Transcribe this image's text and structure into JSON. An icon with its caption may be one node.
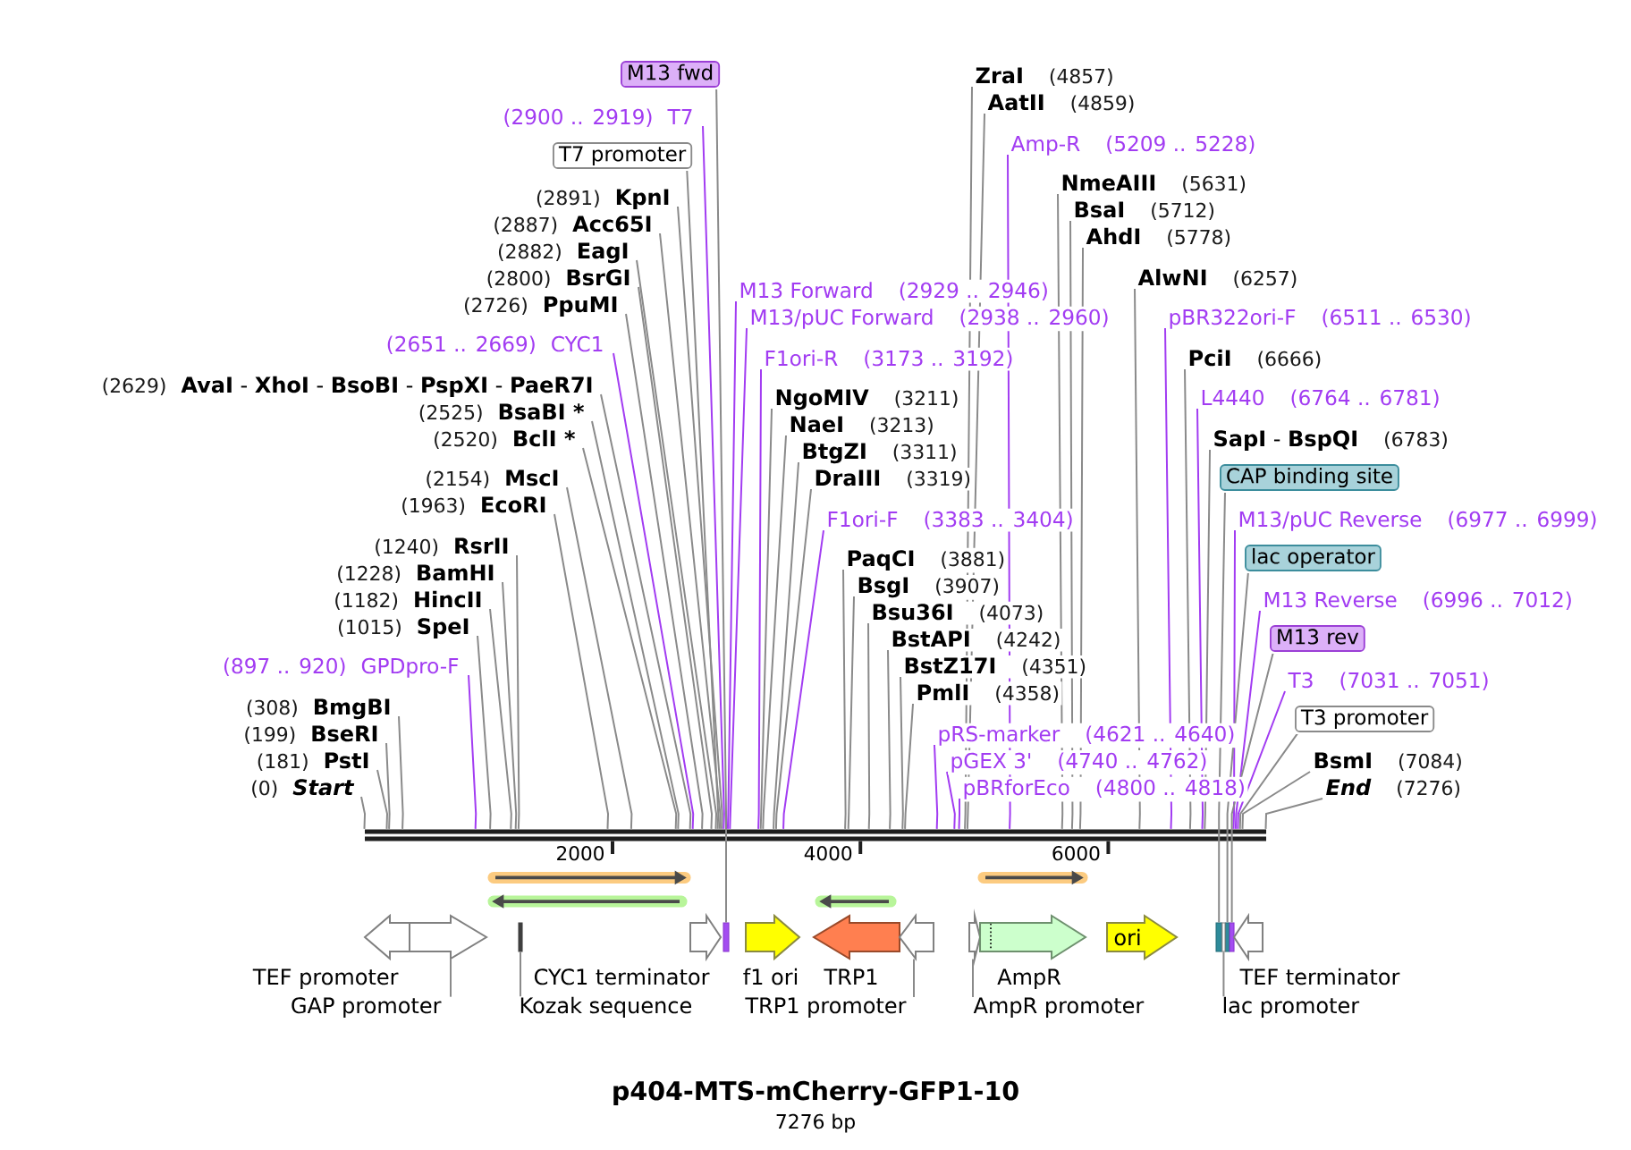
{
  "diagram": {
    "title": "p404-MTS-mCherry-GFP1-10",
    "caption": "7276 bp",
    "nodes": [
      {
        "text": [
          "M13 fwd"
        ]
      },
      {
        "text": [
          "ZraI",
          "(4857)"
        ]
      },
      {
        "text": [
          "AatII",
          "(4859)"
        ]
      },
      {
        "text": [
          "(2900 .. 2919)",
          "T7"
        ]
      },
      {
        "text": [
          "Amp-R",
          "(5209 .. 5228)"
        ]
      },
      {
        "text": [
          "T7 promoter"
        ]
      },
      {
        "text": [
          "NmeAIII",
          "(5631)"
        ]
      },
      {
        "text": [
          "(2891)",
          "KpnI"
        ]
      },
      {
        "text": [
          "BsaI",
          "(5712)"
        ]
      },
      {
        "text": [
          "(2887)",
          "Acc65I"
        ]
      },
      {
        "text": [
          "AhdI",
          "(5778)"
        ]
      },
      {
        "text": [
          "(2882)",
          "EagI"
        ]
      },
      {
        "text": [
          "(2800)",
          "BsrGI"
        ]
      },
      {
        "text": [
          "AlwNI",
          "(6257)"
        ]
      },
      {
        "text": [
          "M13 Forward",
          "(2929 .. 2946)"
        ]
      },
      {
        "text": [
          "(2726)",
          "PpuMI"
        ]
      },
      {
        "text": [
          "M13/pUC Forward",
          "(2938 .. 2960)"
        ]
      },
      {
        "text": [
          "pBR322ori-F",
          "(6511 .. 6530)"
        ]
      },
      {
        "text": [
          "(2651 .. 2669)",
          "CYC1"
        ]
      },
      {
        "text": [
          "F1ori-R",
          "(3173 .. 3192)"
        ]
      },
      {
        "text": [
          "PciI",
          "(6666)"
        ]
      },
      {
        "text": [
          "(2629)",
          "**AvaI** - **XhoI** - **BsoBI** - **PspXI** - **PaeR7I**"
        ]
      },
      {
        "text": [
          "NgoMIV",
          "(3211)"
        ]
      },
      {
        "text": [
          "L4440",
          "(6764 .. 6781)"
        ]
      },
      {
        "text": [
          "(2525)",
          "BsaBI *"
        ]
      },
      {
        "text": [
          "NaeI",
          "(3213)"
        ]
      },
      {
        "text": [
          "(2520)",
          "BclI *"
        ]
      },
      {
        "text": [
          "**SapI** - **BspQI**",
          "(6783)"
        ]
      },
      {
        "text": [
          "BtgZI",
          "(3311)"
        ]
      },
      {
        "text": [
          "(2154)",
          "MscI"
        ]
      },
      {
        "text": [
          "DraIII",
          "(3319)"
        ]
      },
      {
        "text": [
          "CAP binding site"
        ]
      },
      {
        "text": [
          "(1963)",
          "EcoRI"
        ]
      },
      {
        "text": [
          "F1ori-F",
          "(3383 .. 3404)"
        ]
      },
      {
        "text": [
          "M13/pUC Reverse",
          "(6977 .. 6999)"
        ]
      },
      {
        "text": [
          "(1240)",
          "RsrII"
        ]
      },
      {
        "text": [
          "PaqCI",
          "(3881)"
        ]
      },
      {
        "text": [
          "lac operator"
        ]
      },
      {
        "text": [
          "(1228)",
          "BamHI"
        ]
      },
      {
        "text": [
          "BsgI",
          "(3907)"
        ]
      },
      {
        "text": [
          "(1182)",
          "HincII"
        ]
      },
      {
        "text": [
          "M13 Reverse",
          "(6996 .. 7012)"
        ]
      },
      {
        "text": [
          "Bsu36I",
          "(4073)"
        ]
      },
      {
        "text": [
          "(1015)",
          "SpeI"
        ]
      },
      {
        "text": [
          "BstAPI",
          "(4242)"
        ]
      },
      {
        "text": [
          "M13 rev"
        ]
      },
      {
        "text": [
          "(897 .. 920)",
          "GPDpro-F"
        ]
      },
      {
        "text": [
          "BstZ17I",
          "(4351)"
        ]
      },
      {
        "text": [
          "T3",
          "(7031 .. 7051)"
        ]
      },
      {
        "text": [
          "PmlI",
          "(4358)"
        ]
      },
      {
        "text": [
          "(308)",
          "BmgBI"
        ]
      },
      {
        "text": [
          "T3 promoter"
        ]
      },
      {
        "text": [
          "(199)",
          "BseRI"
        ]
      },
      {
        "text": [
          "pRS-marker",
          "(4621 .. 4640)"
        ]
      },
      {
        "text": [
          "(181)",
          "PstI"
        ]
      },
      {
        "text": [
          "pGEX 3'",
          "(4740 .. 4762)"
        ]
      },
      {
        "text": [
          "BsmI",
          "(7084)"
        ]
      },
      {
        "text": [
          "(0)",
          "Start"
        ]
      },
      {
        "text": [
          "pBRforEco",
          "(4800 .. 4818)"
        ]
      },
      {
        "text": [
          "End",
          "(7276)"
        ]
      },
      {
        "text": [
          "TEF promoter"
        ]
      },
      {
        "text": [],
        "shape": "arrow"
      },
      {
        "text": [],
        "shape": "bar"
      },
      {
        "text": [
          "CYC1 terminator"
        ]
      },
      {
        "text": [],
        "shape": "bar"
      },
      {
        "text": [
          "f1 ori"
        ]
      },
      {
        "text": [
          "TRP1"
        ]
      },
      {
        "text": [],
        "shape": "arrow"
      },
      {
        "text": [],
        "shape": "arrow"
      },
      {
        "text": [
          "AmpR"
        ]
      },
      {
        "text": [
          "ori"
        ]
      },
      {
        "text": [],
        "shape": "bar"
      },
      {
        "text": [],
        "shape": "bar"
      },
      {
        "text": [],
        "shape": "bar"
      },
      {
        "text": [
          "TEF terminator"
        ]
      },
      {
        "text": [
          "GAP promoter"
        ]
      },
      {
        "text": [
          "Kozak sequence"
        ]
      },
      {
        "text": [
          "TRP1 promoter"
        ]
      },
      {
        "text": [
          "AmpR promoter"
        ]
      },
      {
        "text": [
          "lac promoter"
        ]
      },
      {
        "text": [],
        "shape": "bar"
      },
      {
        "text": [],
        "shape": "bar"
      }
    ],
    "edges": [
      {
        "from": 0,
        "to": 64,
        "arrow": "none"
      },
      {
        "from": 1,
        "to": 80,
        "arrow": "none"
      },
      {
        "from": 2,
        "to": 80,
        "arrow": "none"
      },
      {
        "from": 3,
        "to": 80,
        "arrow": "none",
        "color": "#a23cf2"
      },
      {
        "from": 4,
        "to": 80,
        "arrow": "none",
        "color": "#a23cf2"
      },
      {
        "from": 5,
        "to": 80,
        "arrow": "none"
      },
      {
        "from": 6,
        "to": 80,
        "arrow": "none"
      },
      {
        "from": 7,
        "to": 80,
        "arrow": "none"
      },
      {
        "from": 8,
        "to": 80,
        "arrow": "none"
      },
      {
        "from": 9,
        "to": 80,
        "arrow": "none"
      },
      {
        "from": 10,
        "to": 80,
        "arrow": "none"
      },
      {
        "from": 11,
        "to": 80,
        "arrow": "none"
      },
      {
        "from": 12,
        "to": 80,
        "arrow": "none"
      },
      {
        "from": 13,
        "to": 80,
        "arrow": "none"
      },
      {
        "from": 14,
        "to": 80,
        "arrow": "none",
        "color": "#a23cf2"
      },
      {
        "from": 15,
        "to": 80,
        "arrow": "none"
      },
      {
        "from": 16,
        "to": 80,
        "arrow": "none",
        "color": "#a23cf2"
      },
      {
        "from": 17,
        "to": 80,
        "arrow": "none",
        "color": "#a23cf2"
      },
      {
        "from": 18,
        "to": 80,
        "arrow": "none",
        "color": "#a23cf2"
      },
      {
        "from": 19,
        "to": 80,
        "arrow": "none",
        "color": "#a23cf2"
      },
      {
        "from": 20,
        "to": 80,
        "arrow": "none"
      },
      {
        "from": 21,
        "to": 80,
        "arrow": "none"
      },
      {
        "from": 22,
        "to": 80,
        "arrow": "none"
      },
      {
        "from": 23,
        "to": 80,
        "arrow": "none",
        "color": "#a23cf2"
      },
      {
        "from": 24,
        "to": 80,
        "arrow": "none"
      },
      {
        "from": 25,
        "to": 80,
        "arrow": "none"
      },
      {
        "from": 26,
        "to": 80,
        "arrow": "none"
      },
      {
        "from": 27,
        "to": 80,
        "arrow": "none"
      },
      {
        "from": 28,
        "to": 80,
        "arrow": "none"
      },
      {
        "from": 29,
        "to": 80,
        "arrow": "none"
      },
      {
        "from": 30,
        "to": 80,
        "arrow": "none"
      },
      {
        "from": 31,
        "to": 71,
        "arrow": "none"
      },
      {
        "from": 32,
        "to": 80,
        "arrow": "none"
      },
      {
        "from": 33,
        "to": 80,
        "arrow": "none",
        "color": "#a23cf2"
      },
      {
        "from": 34,
        "to": 80,
        "arrow": "none",
        "color": "#a23cf2"
      },
      {
        "from": 35,
        "to": 80,
        "arrow": "none"
      },
      {
        "from": 36,
        "to": 80,
        "arrow": "none"
      },
      {
        "from": 37,
        "to": 72,
        "arrow": "none"
      },
      {
        "from": 38,
        "to": 80,
        "arrow": "none"
      },
      {
        "from": 39,
        "to": 80,
        "arrow": "none"
      },
      {
        "from": 40,
        "to": 80,
        "arrow": "none"
      },
      {
        "from": 41,
        "to": 80,
        "arrow": "none",
        "color": "#a23cf2"
      },
      {
        "from": 42,
        "to": 80,
        "arrow": "none"
      },
      {
        "from": 43,
        "to": 80,
        "arrow": "none"
      },
      {
        "from": 44,
        "to": 80,
        "arrow": "none"
      },
      {
        "from": 45,
        "to": 73,
        "arrow": "none"
      },
      {
        "from": 46,
        "to": 80,
        "arrow": "none",
        "color": "#a23cf2"
      },
      {
        "from": 47,
        "to": 80,
        "arrow": "none"
      },
      {
        "from": 48,
        "to": 80,
        "arrow": "none",
        "color": "#a23cf2"
      },
      {
        "from": 49,
        "to": 80,
        "arrow": "none"
      },
      {
        "from": 50,
        "to": 80,
        "arrow": "none"
      },
      {
        "from": 51,
        "to": 80,
        "arrow": "none"
      },
      {
        "from": 52,
        "to": 80,
        "arrow": "none"
      },
      {
        "from": 53,
        "to": 80,
        "arrow": "none",
        "color": "#a23cf2"
      },
      {
        "from": 54,
        "to": 80,
        "arrow": "none"
      },
      {
        "from": 55,
        "to": 80,
        "arrow": "none",
        "color": "#a23cf2"
      },
      {
        "from": 56,
        "to": 80,
        "arrow": "none"
      },
      {
        "from": 57,
        "to": 80,
        "arrow": "none"
      },
      {
        "from": 58,
        "to": 80,
        "arrow": "none",
        "color": "#a23cf2"
      },
      {
        "from": 59,
        "to": 80,
        "arrow": "none"
      },
      {
        "from": 75,
        "to": 61,
        "arrow": "none"
      },
      {
        "from": 76,
        "to": 62,
        "arrow": "none"
      },
      {
        "from": 77,
        "to": 67,
        "arrow": "none"
      },
      {
        "from": 78,
        "to": 68,
        "arrow": "none"
      },
      {
        "from": 79,
        "to": 81,
        "arrow": "none"
      }
    ],
    "labels": [
      "2000",
      "4000",
      "6000"
    ]
  }
}
